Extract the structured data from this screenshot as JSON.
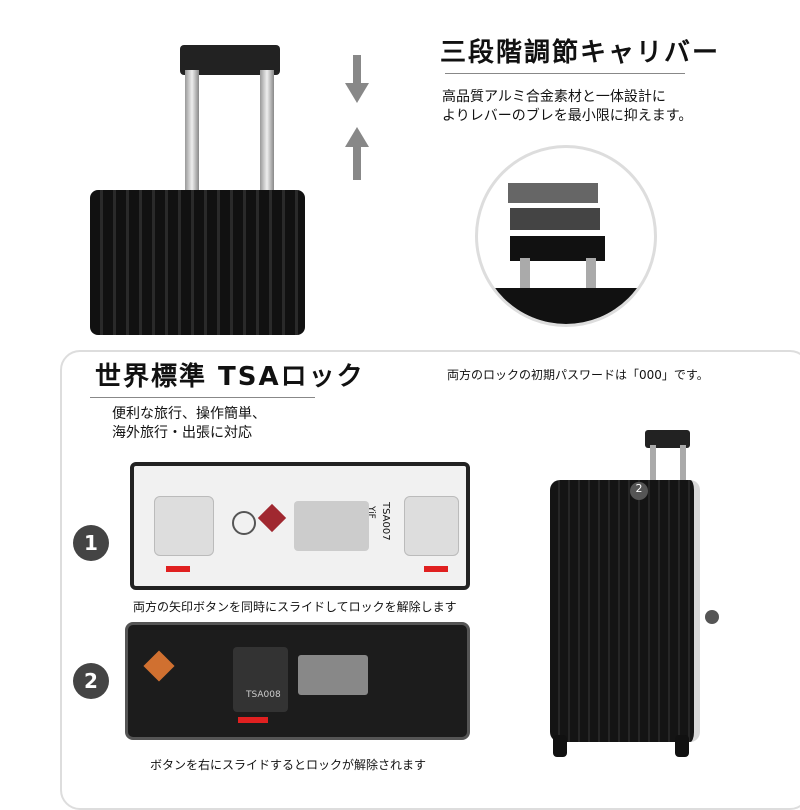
{
  "caliper": {
    "title": "三段階調節キャリバー",
    "description": [
      "高品質アルミ合金素材と一体設計に",
      "よりレバーのブレを最小限に抑えます。"
    ]
  },
  "tsa": {
    "title": "世界標準 TSAロック",
    "password_note": "両方のロックの初期パスワードは「000」です。",
    "features": [
      "便利な旅行、操作簡単、",
      "海外旅行・出張に対応"
    ],
    "steps": [
      {
        "number": "1",
        "caption": "両方の矢印ボタンを同時にスライドしてロックを解除します",
        "lock_model": "TSA007",
        "brand": "YiF"
      },
      {
        "number": "2",
        "caption": "ボタンを右にスライドするとロックが解除されます",
        "lock_model": "TSA008"
      }
    ]
  },
  "colors": {
    "suitcase": "#1a1a1a",
    "arrow": "#888888",
    "indicator": "#e02020",
    "frame": "#d8d8d8"
  }
}
